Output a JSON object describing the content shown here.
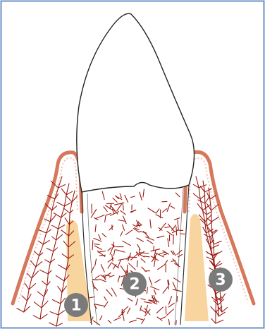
{
  "diagram": {
    "markers": [
      {
        "label": "1"
      },
      {
        "label": "2"
      },
      {
        "label": "3"
      }
    ],
    "colors": {
      "border": "#6b8fc7",
      "gingiva_outline": "#d6785c",
      "vessels": "#9a1b12",
      "bone_highlight": "#f5c77e",
      "marker_fill": "#7a7a7a",
      "tooth_outline": "#222222"
    }
  }
}
